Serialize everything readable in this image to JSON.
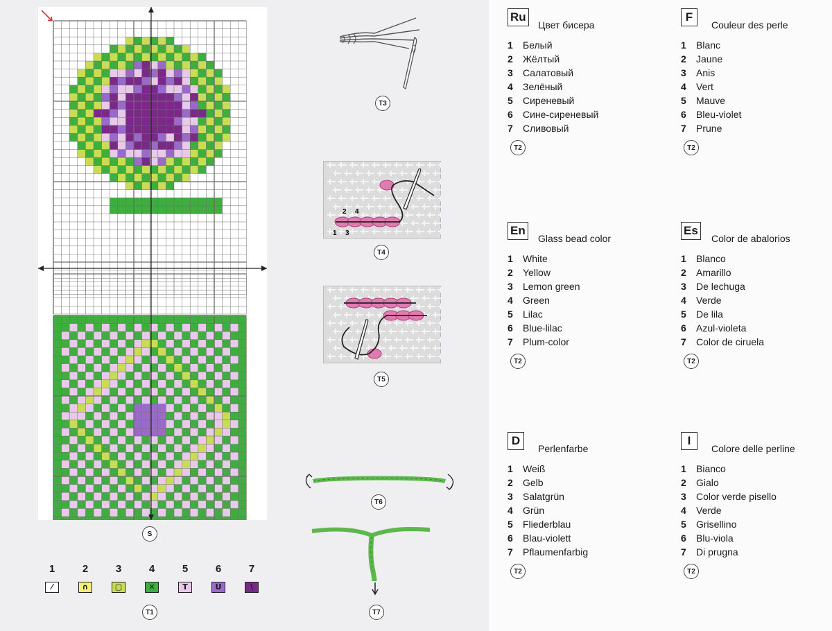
{
  "chart_data": {
    "type": "table",
    "title": "",
    "marker_label": "S",
    "legend": [
      {
        "num": "1",
        "symbol": "⁄",
        "fill": "#ffffff",
        "color_hex": "#ffffff"
      },
      {
        "num": "2",
        "symbol": "∩",
        "fill": "#f4ef7a",
        "color_hex": "#f4ef7a"
      },
      {
        "num": "3",
        "symbol": "▢",
        "fill": "#c8dc55",
        "color_hex": "#c8dc55"
      },
      {
        "num": "4",
        "symbol": "✕",
        "fill": "#3fae3f",
        "color_hex": "#3fae3f"
      },
      {
        "num": "5",
        "symbol": "T",
        "fill": "#e8c9ea",
        "color_hex": "#e8c9ea"
      },
      {
        "num": "6",
        "symbol": "U",
        "fill": "#9a6ac9",
        "color_hex": "#9a6ac9"
      },
      {
        "num": "7",
        "symbol": "\\",
        "fill": "#7a2a86",
        "color_hex": "#7a2a86"
      }
    ],
    "legend_badge": "T1"
  },
  "diagrams": [
    {
      "label": "T3"
    },
    {
      "label": "T4",
      "numbers": [
        "2",
        "4",
        "1",
        "3"
      ]
    },
    {
      "label": "T5"
    },
    {
      "label": "T6"
    },
    {
      "label": "T7"
    }
  ],
  "colors": {
    "grid_line": "#6b6b6b",
    "bead_pink": "#e07bb0",
    "green_thread": "#5cb84a",
    "fabric": "#d9d9d9"
  },
  "languages": [
    {
      "code": "Ru",
      "title": "Цвет бисера",
      "badge": "T2",
      "items": [
        "Белый",
        "Жёлтый",
        "Салатовый",
        "Зелёный",
        "Сиреневый",
        "Сине-сиреневый",
        "Сливовый"
      ]
    },
    {
      "code": "F",
      "title": "Couleur des perle",
      "badge": "T2",
      "items": [
        "Blanc",
        "Jaune",
        "Anis",
        "Vert",
        "Mauve",
        "Bleu-violet",
        "Prune"
      ]
    },
    {
      "code": "En",
      "title": "Glass bead color",
      "badge": "T2",
      "items": [
        "White",
        "Yellow",
        "Lemon green",
        "Green",
        "Lilac",
        "Blue-lilac",
        "Plum-color"
      ]
    },
    {
      "code": "Es",
      "title": "Color de abalorios",
      "badge": "T2",
      "items": [
        "Blanco",
        "Amarillo",
        "De lechuga",
        "Verde",
        "De lila",
        "Azul-violeta",
        "Color de ciruela"
      ]
    },
    {
      "code": "D",
      "title": "Perlenfarbe",
      "badge": "T2",
      "items": [
        "Weiß",
        "Gelb",
        "Salatgrün",
        "Grün",
        "Fliederblau",
        "Blau-violett",
        "Pflaumenfarbig"
      ]
    },
    {
      "code": "I",
      "title": "Colore delle perline",
      "badge": "T2",
      "items": [
        "Bianco",
        "Gialo",
        "Color verde pisello",
        "Verde",
        "Grisellino",
        "Blu-viola",
        "Di prugna"
      ]
    }
  ]
}
